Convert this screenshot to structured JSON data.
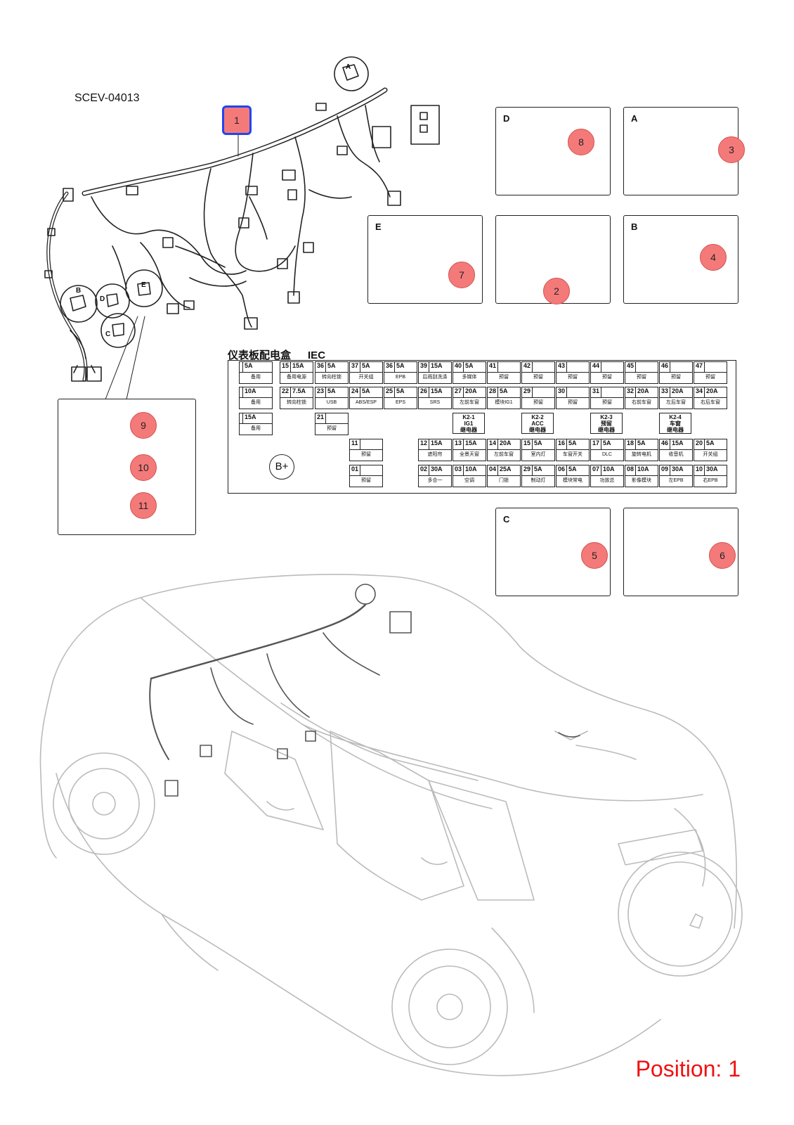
{
  "diagram_code": "SCEV-04013",
  "position_label": "Position: 1",
  "callouts": [
    "1",
    "2",
    "3",
    "4",
    "5",
    "6",
    "7",
    "8",
    "9",
    "10",
    "11"
  ],
  "detail_boxes": {
    "A": "A",
    "B": "B",
    "C": "C",
    "D": "D",
    "E": "E"
  },
  "harness_inset_letters": {
    "A": "A",
    "B": "B",
    "C": "C",
    "D": "D",
    "E": "E"
  },
  "fusebox": {
    "title": "仪表板配电盒",
    "subtitle": "IEC",
    "bplus": "B+",
    "row1": [
      {
        "n": "",
        "a": "5A",
        "d": "备用"
      },
      {
        "n": "15",
        "a": "15A",
        "d": "备用电源"
      },
      {
        "n": "36",
        "a": "5A",
        "d": "转向柱锁"
      },
      {
        "n": "37",
        "a": "5A",
        "d": "开关组"
      },
      {
        "n": "36",
        "a": "5A",
        "d": "EPB"
      },
      {
        "n": "39",
        "a": "15A",
        "d": "后雨刮洗涤"
      },
      {
        "n": "40",
        "a": "5A",
        "d": "多媒体"
      },
      {
        "n": "41",
        "a": "",
        "d": "预留"
      },
      {
        "n": "42",
        "a": "",
        "d": "预留"
      },
      {
        "n": "43",
        "a": "",
        "d": "预留"
      },
      {
        "n": "44",
        "a": "",
        "d": "预留"
      },
      {
        "n": "45",
        "a": "",
        "d": "预留"
      },
      {
        "n": "46",
        "a": "",
        "d": "预留"
      },
      {
        "n": "47",
        "a": "",
        "d": "预留"
      }
    ],
    "row2": [
      {
        "n": "",
        "a": "10A",
        "d": "备用"
      },
      {
        "n": "22",
        "a": "7.5A",
        "d": "转向柱锁"
      },
      {
        "n": "23",
        "a": "5A",
        "d": "USB"
      },
      {
        "n": "24",
        "a": "5A",
        "d": "ABS/ESP"
      },
      {
        "n": "25",
        "a": "5A",
        "d": "EPS"
      },
      {
        "n": "26",
        "a": "15A",
        "d": "SRS"
      },
      {
        "n": "27",
        "a": "20A",
        "d": "左前车窗"
      },
      {
        "n": "28",
        "a": "5A",
        "d": "模块IG1"
      },
      {
        "n": "29",
        "a": "",
        "d": "预留"
      },
      {
        "n": "30",
        "a": "",
        "d": "预留"
      },
      {
        "n": "31",
        "a": "",
        "d": "预留"
      },
      {
        "n": "32",
        "a": "20A",
        "d": "右前车窗"
      },
      {
        "n": "33",
        "a": "20A",
        "d": "左后车窗"
      },
      {
        "n": "34",
        "a": "20A",
        "d": "右后车窗"
      }
    ],
    "row3": [
      {
        "n": "",
        "a": "15A",
        "d": "备用"
      },
      {
        "n": "21",
        "a": "",
        "d": "预留"
      }
    ],
    "relays": [
      {
        "l1": "K2-1",
        "l2": "IG1",
        "l3": "继电器"
      },
      {
        "l1": "K2-2",
        "l2": "ACC",
        "l3": "继电器"
      },
      {
        "l1": "K2-3",
        "l2": "预留",
        "l3": "继电器"
      },
      {
        "l1": "K2-4",
        "l2": "车窗",
        "l3": "继电器"
      }
    ],
    "row4": [
      {
        "n": "11",
        "a": "",
        "d": "预留"
      },
      {
        "n": "12",
        "a": "15A",
        "d": "遮阳帘"
      },
      {
        "n": "13",
        "a": "15A",
        "d": "全景天窗"
      },
      {
        "n": "14",
        "a": "20A",
        "d": "左前车窗"
      },
      {
        "n": "15",
        "a": "5A",
        "d": "室内灯"
      },
      {
        "n": "16",
        "a": "5A",
        "d": "车窗开关"
      },
      {
        "n": "17",
        "a": "5A",
        "d": "DLC"
      },
      {
        "n": "18",
        "a": "5A",
        "d": "旋转电机"
      },
      {
        "n": "46",
        "a": "15A",
        "d": "收音机"
      },
      {
        "n": "20",
        "a": "5A",
        "d": "开关组"
      }
    ],
    "row5": [
      {
        "n": "01",
        "a": "",
        "d": "预留"
      },
      {
        "n": "02",
        "a": "30A",
        "d": "多合一"
      },
      {
        "n": "03",
        "a": "10A",
        "d": "空调"
      },
      {
        "n": "04",
        "a": "25A",
        "d": "门锁"
      },
      {
        "n": "29",
        "a": "5A",
        "d": "制动灯"
      },
      {
        "n": "06",
        "a": "5A",
        "d": "模块常电"
      },
      {
        "n": "07",
        "a": "10A",
        "d": "功放总"
      },
      {
        "n": "08",
        "a": "10A",
        "d": "影像模块"
      },
      {
        "n": "09",
        "a": "30A",
        "d": "左EPB"
      },
      {
        "n": "10",
        "a": "30A",
        "d": "右EPB"
      }
    ]
  },
  "colors": {
    "callout": "#f47a7a",
    "selected_border": "#2244ee",
    "position_text": "#ee1111",
    "car_outline": "#bbbbbb"
  }
}
